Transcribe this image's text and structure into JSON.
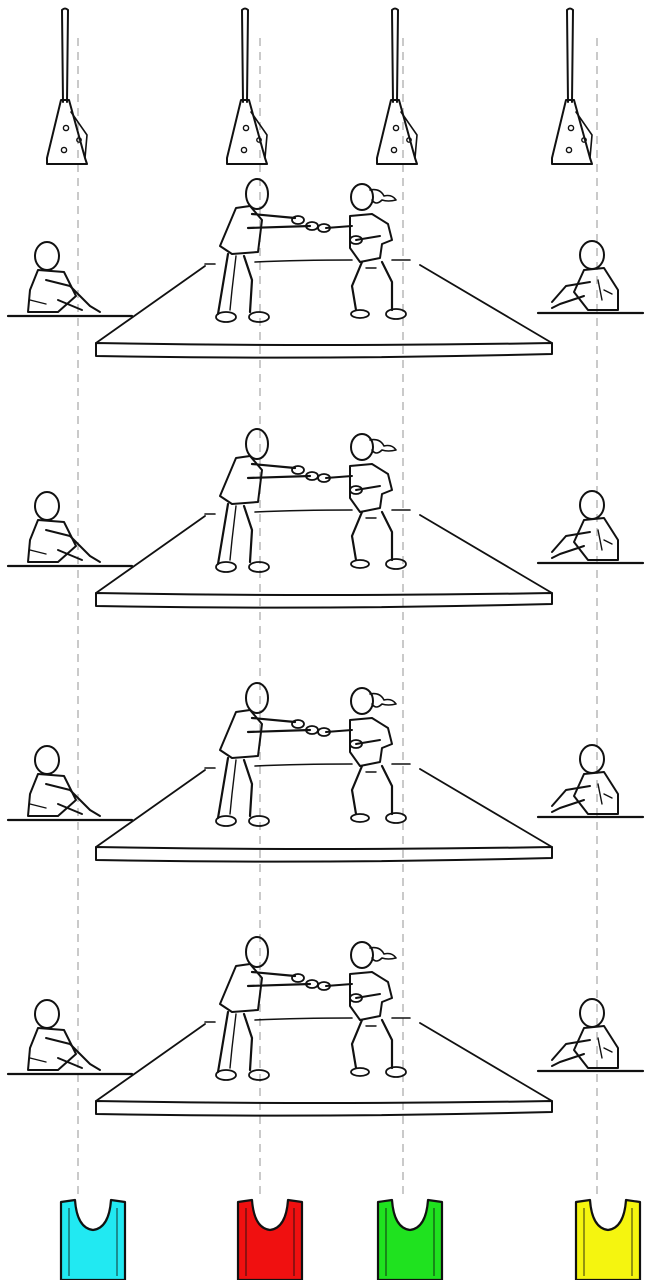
{
  "scene": {
    "stand_count": 4,
    "panel_count": 4,
    "bibs": [
      {
        "color_name": "cyan",
        "color": "#21e9f2"
      },
      {
        "color_name": "red",
        "color": "#f01010"
      },
      {
        "color_name": "green",
        "color": "#1fe21f"
      },
      {
        "color_name": "yellow",
        "color": "#f5f50f"
      }
    ],
    "colors": {
      "ink": "#111111",
      "guide_line": "#bdbdbd",
      "background": "#ffffff"
    }
  }
}
